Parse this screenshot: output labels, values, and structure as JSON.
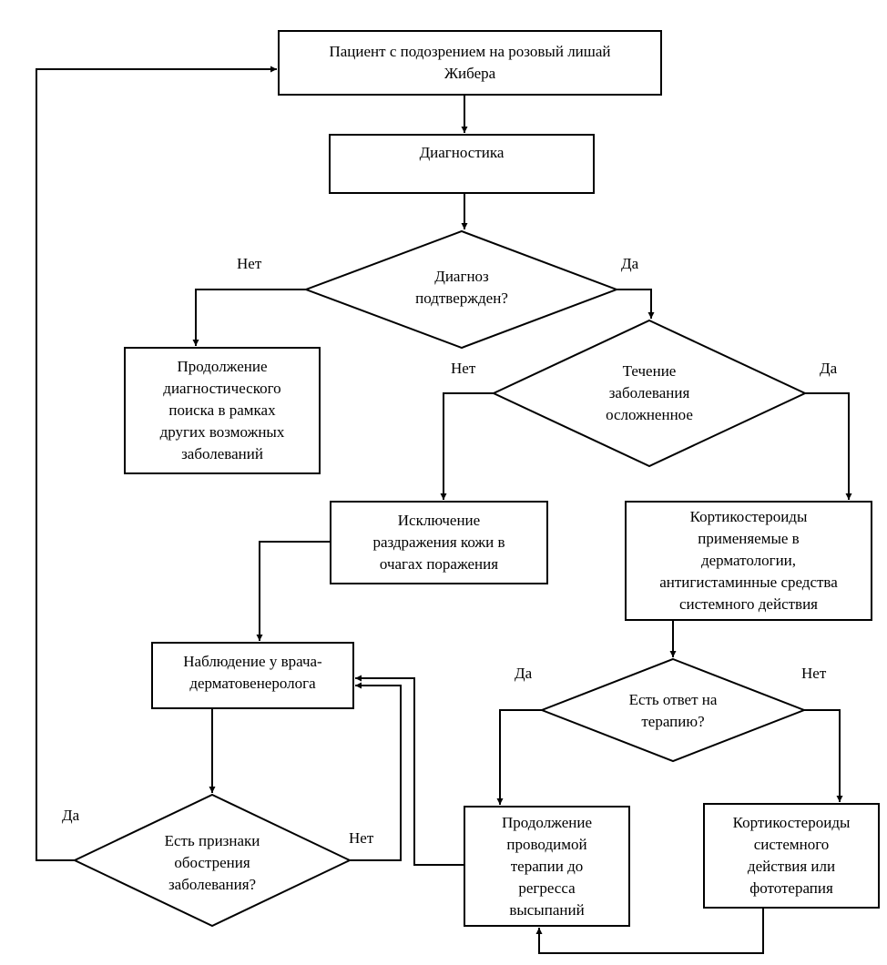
{
  "nodes": {
    "start": "Пациент с подозрением на розовый лишай\nЖибера",
    "diagnostics": "Диагностика",
    "diagnosis_confirmed": "Диагноз\nподтвержден?",
    "continue_search": "Продолжение\nдиагностического\nпоиска в рамках\nдругих возможных\nзаболеваний",
    "course_complicated": "Течение\nзаболевания\nосложненное",
    "exclude_irritation": "Исключение\nраздражения кожи в\nочагах поражения",
    "corticosteroids_antihistamines": "Кортикостероиды\nприменяемые в\nдерматологии,\nантигистаминные средства\nсистемного действия",
    "observation": "Наблюдение у врача-\nдерматовенеролога",
    "therapy_response": "Есть ответ на\nтерапию?",
    "exacerbation_signs": "Есть признаки\nобострения\nзаболевания?",
    "continue_therapy": "Продолжение\nпроводимой\nтерапии до\nрегресса\nвысыпаний",
    "systemic_or_phototherapy": "Кортикостероиды\nсистемного\nдействия или\nфототерапия"
  },
  "edge_labels": {
    "diagnosis_no": "Нет",
    "diagnosis_yes": "Да",
    "course_no": "Нет",
    "course_yes": "Да",
    "response_yes": "Да",
    "response_no": "Нет",
    "exacerbation_yes": "Да",
    "exacerbation_no": "Нет"
  }
}
